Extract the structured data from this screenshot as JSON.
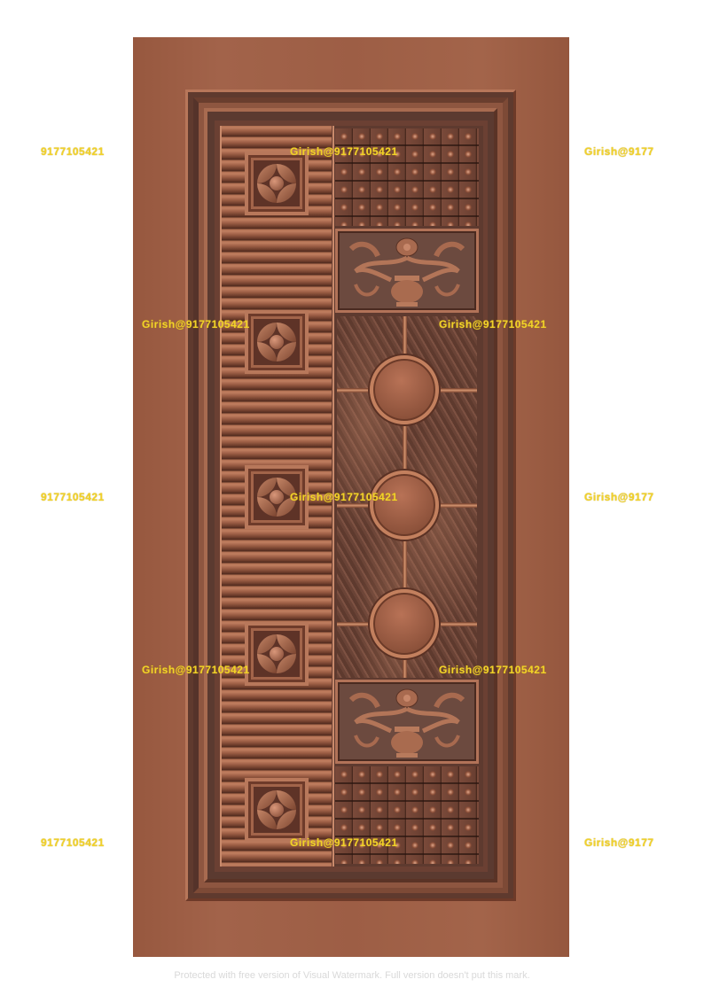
{
  "image": {
    "subject": "Carved copper-finish door design",
    "colors": {
      "background": "#ffffff",
      "door_slab": "#9d5e45",
      "inner_panel": "#6b4033",
      "watermark_text": "#f2d22a",
      "footer_text": "#d9d9d9"
    }
  },
  "door": {
    "left_column": {
      "pattern": "horizontal louvers",
      "flower_tiles": 5
    },
    "right_column": {
      "sections": [
        "stud grid",
        "flower vase relief",
        "textured panel with three circles",
        "flower vase relief",
        "stud grid"
      ],
      "circles": 3
    }
  },
  "watermarks": {
    "edge_left": "9177105421",
    "edge_right": "Girish@9177",
    "center": "Girish@9177105421"
  },
  "footer": {
    "text": "Protected with free version of Visual Watermark. Full version doesn't put this mark."
  }
}
